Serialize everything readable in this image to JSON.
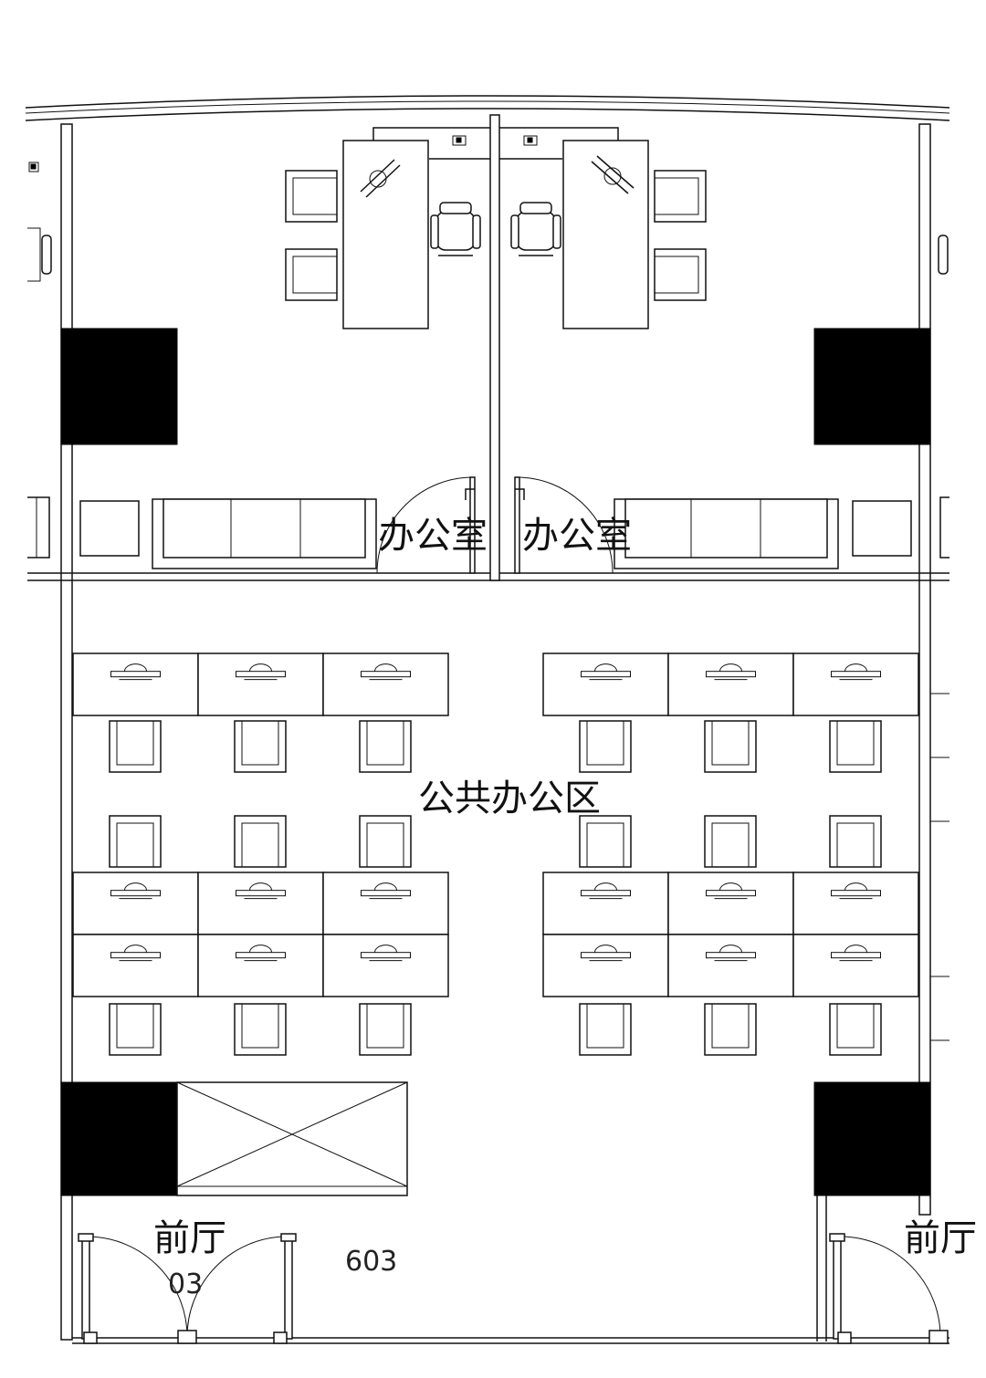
{
  "labels": {
    "office_left": "办公室",
    "office_right": "办公室",
    "open_office": "公共办公区",
    "lobby_left": "前厅",
    "lobby_right": "前厅",
    "unit_partial": "03",
    "unit_number": "603"
  },
  "colors": {
    "line": "#111111",
    "column_fill": "#000000",
    "background": "#ffffff"
  }
}
